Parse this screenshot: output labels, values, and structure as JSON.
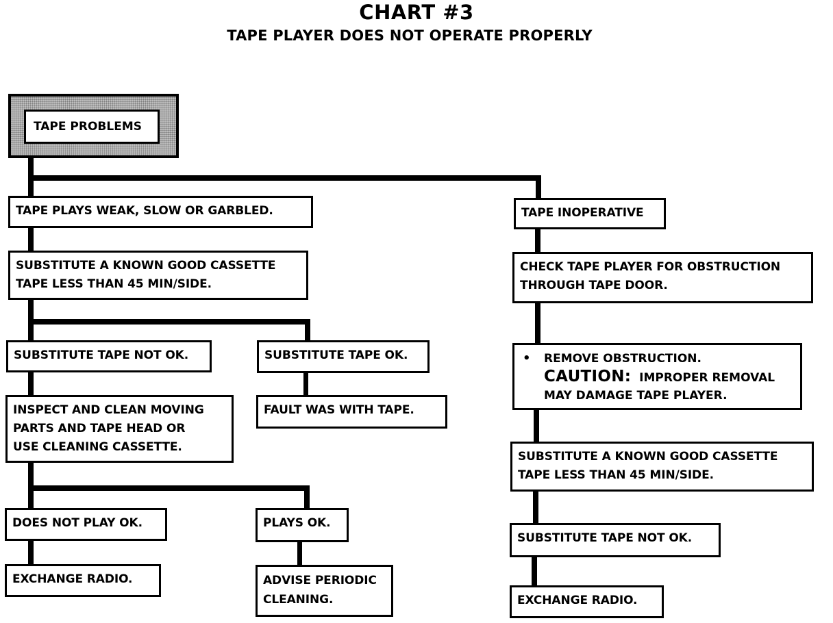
{
  "header": {
    "title": "CHART #3",
    "subtitle": "TAPE PLAYER DOES NOT OPERATE PROPERLY"
  },
  "nodes": {
    "root": "TAPE PROBLEMS",
    "weak": "TAPE PLAYS WEAK, SLOW OR GARBLED.",
    "substitute_left": "SUBSTITUTE A KNOWN GOOD CASSETTE\nTAPE LESS THAN 45 MIN/SIDE.",
    "tape_not_ok_left": "SUBSTITUTE TAPE NOT OK.",
    "tape_ok": "SUBSTITUTE TAPE OK.",
    "fault_tape": "FAULT WAS WITH TAPE.",
    "inspect": "INSPECT AND CLEAN MOVING\nPARTS AND TAPE HEAD OR\nUSE CLEANING CASSETTE.",
    "does_not_play": "DOES NOT PLAY OK.",
    "plays_ok": "PLAYS OK.",
    "exchange_left": "EXCHANGE RADIO.",
    "advise": "ADVISE PERIODIC\nCLEANING.",
    "inoperative": "TAPE INOPERATIVE",
    "check_obstruction": "CHECK TAPE PLAYER FOR OBSTRUCTION\nTHROUGH TAPE DOOR.",
    "remove_bullet": "•",
    "remove_obstruction": "REMOVE OBSTRUCTION.",
    "caution_label": "CAUTION:",
    "caution_text": "IMPROPER REMOVAL",
    "caution_text2": "MAY DAMAGE TAPE PLAYER.",
    "substitute_right": "SUBSTITUTE A KNOWN GOOD CASSETTE\nTAPE LESS THAN 45 MIN/SIDE.",
    "tape_not_ok_right": "SUBSTITUTE TAPE NOT OK.",
    "exchange_right": "EXCHANGE RADIO."
  }
}
